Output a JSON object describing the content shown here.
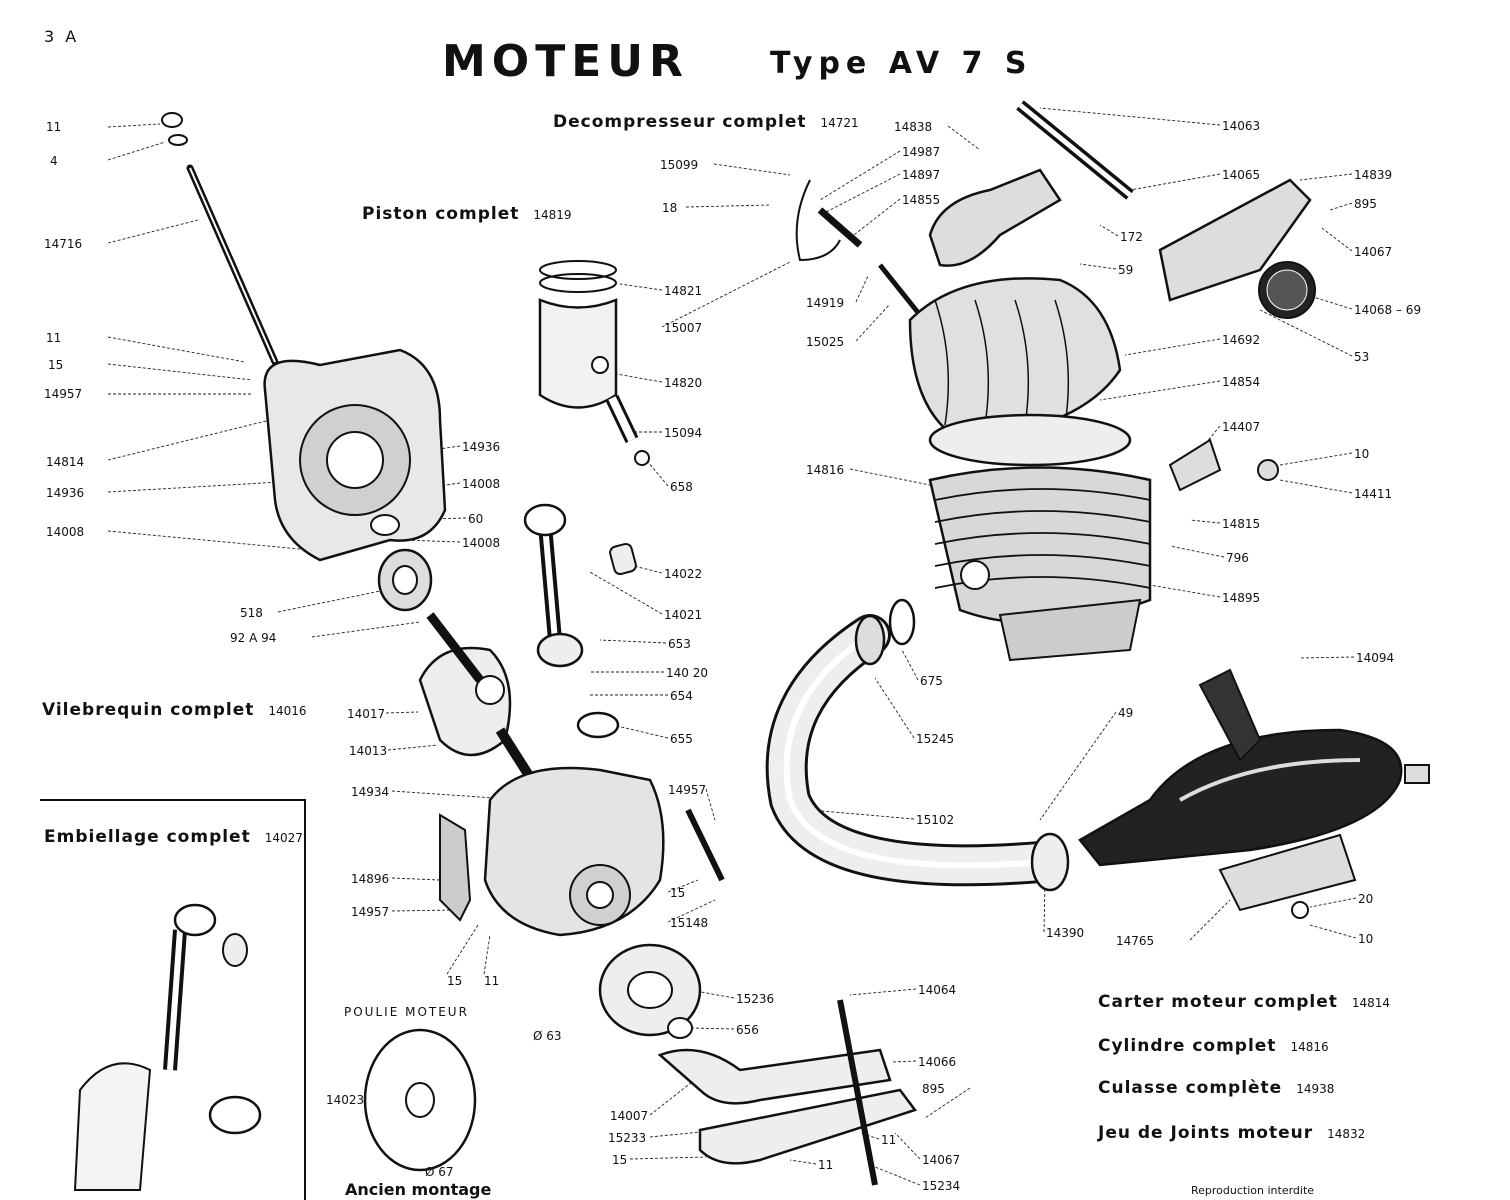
{
  "page_number": "3 A",
  "title": {
    "main": "MOTEUR",
    "type": "Type AV 7 S"
  },
  "assemblies": [
    {
      "name": "Decompresseur complet",
      "number": "14721"
    },
    {
      "name": "Piston complet",
      "number": "14819"
    },
    {
      "name": "Vilebrequin complet",
      "number": "14016"
    },
    {
      "name": "Embiellage complet",
      "number": "14027"
    },
    {
      "name": "Carter moteur complet",
      "number": "14814"
    },
    {
      "name": "Cylindre complet",
      "number": "14816"
    },
    {
      "name": "Culasse complète",
      "number": "14938"
    },
    {
      "name": "Jeu de Joints moteur",
      "number": "14832"
    }
  ],
  "poulie_label": "POULIE MOTEUR",
  "ancien_montage": "Ancien montage",
  "diam_63": "Ø 63",
  "diam_67": "Ø 67",
  "footer": "Reproduction interdite",
  "part_labels": [
    "11",
    "4",
    "14716",
    "11",
    "15",
    "14957",
    "14814",
    "14936",
    "14008",
    "518",
    "92 A 94",
    "14017",
    "14013",
    "14934",
    "14896",
    "14957",
    "15",
    "11",
    "14023",
    "14936",
    "14008",
    "60",
    "14008",
    "15099",
    "18",
    "14821",
    "15007",
    "14820",
    "15094",
    "658",
    "14022",
    "14021",
    "653",
    "140 20",
    "654",
    "655",
    "14957",
    "15",
    "15148",
    "15236",
    "656",
    "14064",
    "14066",
    "14007",
    "15233",
    "15",
    "11",
    "11",
    "895",
    "14067",
    "15234",
    "14838",
    "14987",
    "14897",
    "14855",
    "14919",
    "15025",
    "14063",
    "14065",
    "172",
    "59",
    "14839",
    "895",
    "14067",
    "14068 – 69",
    "53",
    "14692",
    "14854",
    "14816",
    "14407",
    "10",
    "14411",
    "14815",
    "796",
    "14895",
    "675",
    "15245",
    "15102",
    "14094",
    "49",
    "14390",
    "14765",
    "20",
    "10"
  ]
}
